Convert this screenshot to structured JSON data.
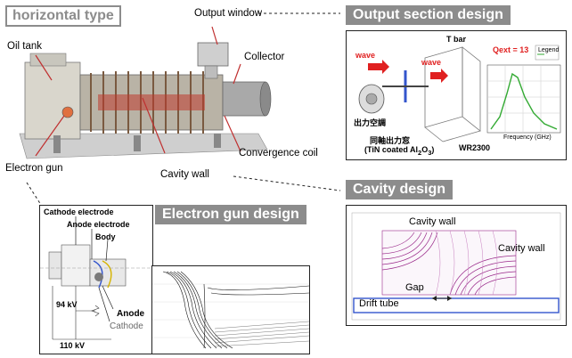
{
  "sections": {
    "horizontal_type": "horizontal type",
    "output_section": "Output section design",
    "cavity_design": "Cavity design",
    "gun_design": "Electron gun design"
  },
  "tube_labels": {
    "output_window": "Output window",
    "oil_tank": "Oil tank",
    "collector": "Collector",
    "convergence_coil": "Convergence coil",
    "electron_gun": "Electron gun",
    "cavity_wall": "Cavity wall"
  },
  "output_panel": {
    "t_bar": "T bar",
    "wave_in": "wave",
    "wave_out": "wave",
    "qext": "Qext = 13",
    "output_cavity_jp": "出力空調",
    "coax_window_jp": "同軸出力窓",
    "tin_coating": "(TiN coated Al",
    "tin_sub": "2",
    "tin_o": "O",
    "tin_sub2": "3",
    "tin_close": ")",
    "waveguide": "WR2300",
    "freq_axis": "Frequency (GHz)",
    "legend_label": "Legend"
  },
  "cavity_panel": {
    "cavity_wall_top": "Cavity wall",
    "cavity_wall_right": "Cavity wall",
    "gap": "Gap",
    "drift_tube": "Drift tube"
  },
  "gun_panel": {
    "cathode_electrode": "Cathode electrode",
    "anode_electrode": "Anode electrode",
    "body": "Body",
    "v94": "94 kV",
    "v110": "110 kV",
    "anode": "Anode",
    "cathode": "Cathode"
  },
  "colors": {
    "tag_gray": "#8c8c8c",
    "wave_red": "#e02020",
    "qext_red": "#e02020",
    "curve_green": "#33aa33",
    "cavity_purple": "#9a2a8a",
    "drift_blue": "#3355cc",
    "cathode_gray": "#6a6a6a"
  }
}
